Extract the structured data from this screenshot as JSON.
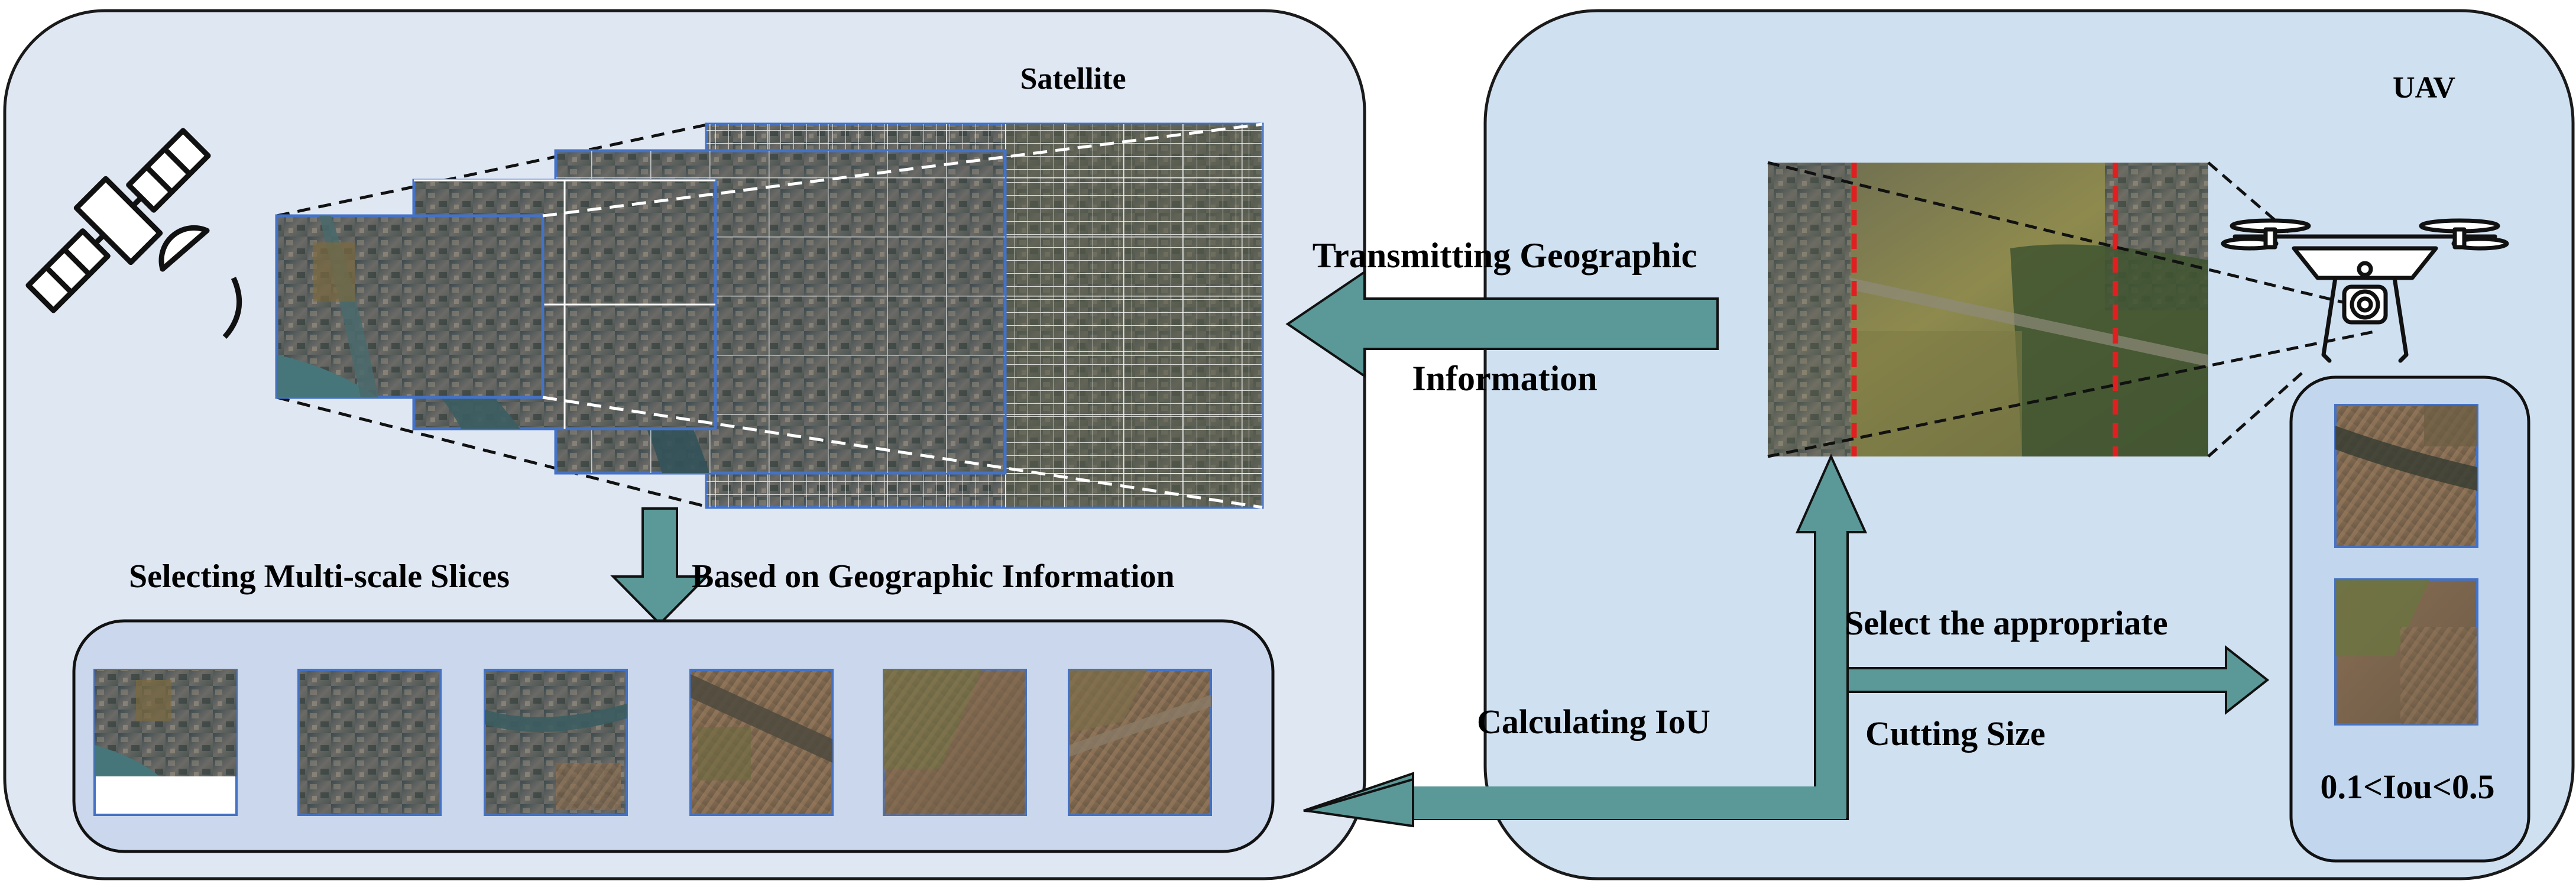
{
  "panels": {
    "satellite": {
      "title": "Satellite"
    },
    "uav": {
      "title": "UAV"
    }
  },
  "labels": {
    "transmitting_line1": "Transmitting Geographic",
    "transmitting_line2": "Information",
    "selecting": "Selecting Multi-scale Slices",
    "based_on": "Based on Geographic Information",
    "select_line1": "Select the appropriate",
    "select_line2": "Cutting Size",
    "calculating": "Calculating IoU",
    "iou_range": "0.1<Iou<0.5"
  },
  "colors": {
    "panel_left": "#dfe7f3",
    "panel_right": "#cfe0f1",
    "inner_box": "#cad7ec",
    "arrow": "#5b9998",
    "cut_line": "#e02020",
    "slice_border": "#4472c4"
  },
  "icons": [
    "satellite-icon",
    "drone-icon"
  ]
}
